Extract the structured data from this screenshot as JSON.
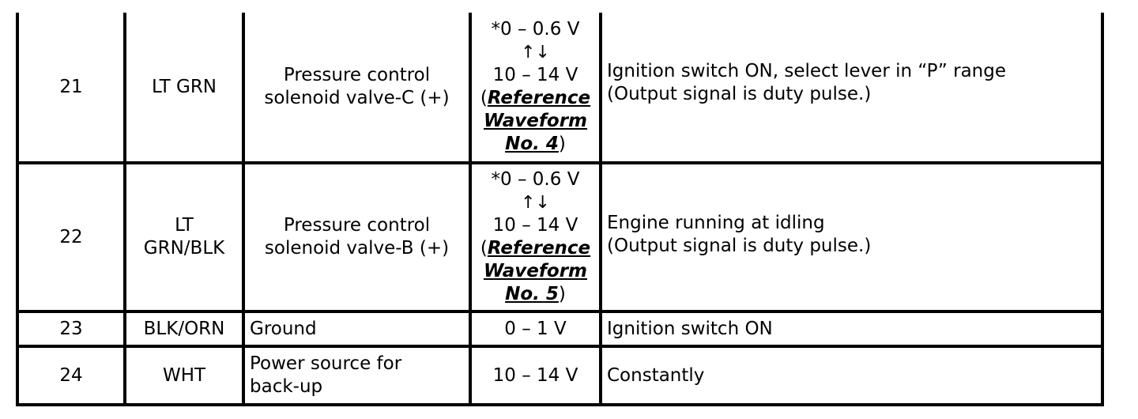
{
  "rows": [
    {
      "no": "21",
      "color_lines": [
        "LT GRN"
      ],
      "description_lines": [
        "Pressure control",
        "solenoid valve-C (+)"
      ],
      "voltage": {
        "top": "*0 – 0.6 V",
        "arrow": "↑↓",
        "bottom": "10 – 14 V",
        "ref_open": "(",
        "ref_line1": "Reference",
        "ref_line2": "Waveform",
        "ref_line3": "No. 4",
        "ref_close": ")"
      },
      "condition_lines": [
        "Ignition switch ON, select lever in “P” range",
        "(Output signal is duty pulse.)"
      ]
    },
    {
      "no": "22",
      "color_lines": [
        "LT",
        "GRN/BLK"
      ],
      "description_lines": [
        "Pressure control",
        "solenoid valve-B (+)"
      ],
      "voltage": {
        "top": "*0 – 0.6 V",
        "arrow": "↑↓",
        "bottom": "10 – 14 V",
        "ref_open": "(",
        "ref_line1": "Reference",
        "ref_line2": "Waveform",
        "ref_line3": "No. 5",
        "ref_close": ")"
      },
      "condition_lines": [
        "Engine running at idling",
        "(Output signal is duty pulse.)"
      ]
    },
    {
      "no": "23",
      "color_lines": [
        "BLK/ORN"
      ],
      "description_lines": [
        "Ground"
      ],
      "voltage_text": "0 – 1 V",
      "condition_lines": [
        "Ignition switch ON"
      ]
    },
    {
      "no": "24",
      "color_lines": [
        "WHT"
      ],
      "description_lines": [
        "Power source for",
        "back-up"
      ],
      "voltage_text": "10 – 14 V",
      "condition_lines": [
        "Constantly"
      ]
    }
  ]
}
